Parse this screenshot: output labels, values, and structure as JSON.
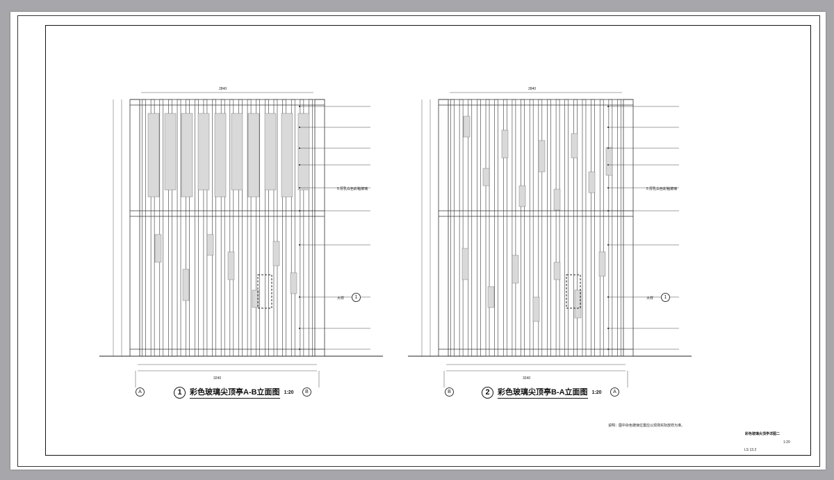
{
  "elevations": [
    {
      "number": "1",
      "title": "彩色玻璃尖顶亭A-B立面图",
      "scale": "1:20",
      "left_axis": "A",
      "right_axis": "B",
      "top_dim": "2840",
      "bottom_dim": "3240",
      "glass_note": "5 厚乳白色彩釉玻璃",
      "callout_note": "大样",
      "callout_num": "1"
    },
    {
      "number": "2",
      "title": "彩色玻璃尖顶亭B-A立面图",
      "scale": "1:20",
      "left_axis": "B",
      "right_axis": "A",
      "top_dim": "2840",
      "bottom_dim": "3240",
      "glass_note": "5 厚乳白色彩釉玻璃",
      "callout_note": "大样",
      "callout_num": "1"
    }
  ],
  "notes": {
    "general": "说明：图中杂色玻璃位置应以现场实际放样为准。",
    "sheet_title": "彩色玻璃尖顶亭详图二",
    "sheet_scale": "1:20",
    "sheet_number": "LS 13.2"
  }
}
